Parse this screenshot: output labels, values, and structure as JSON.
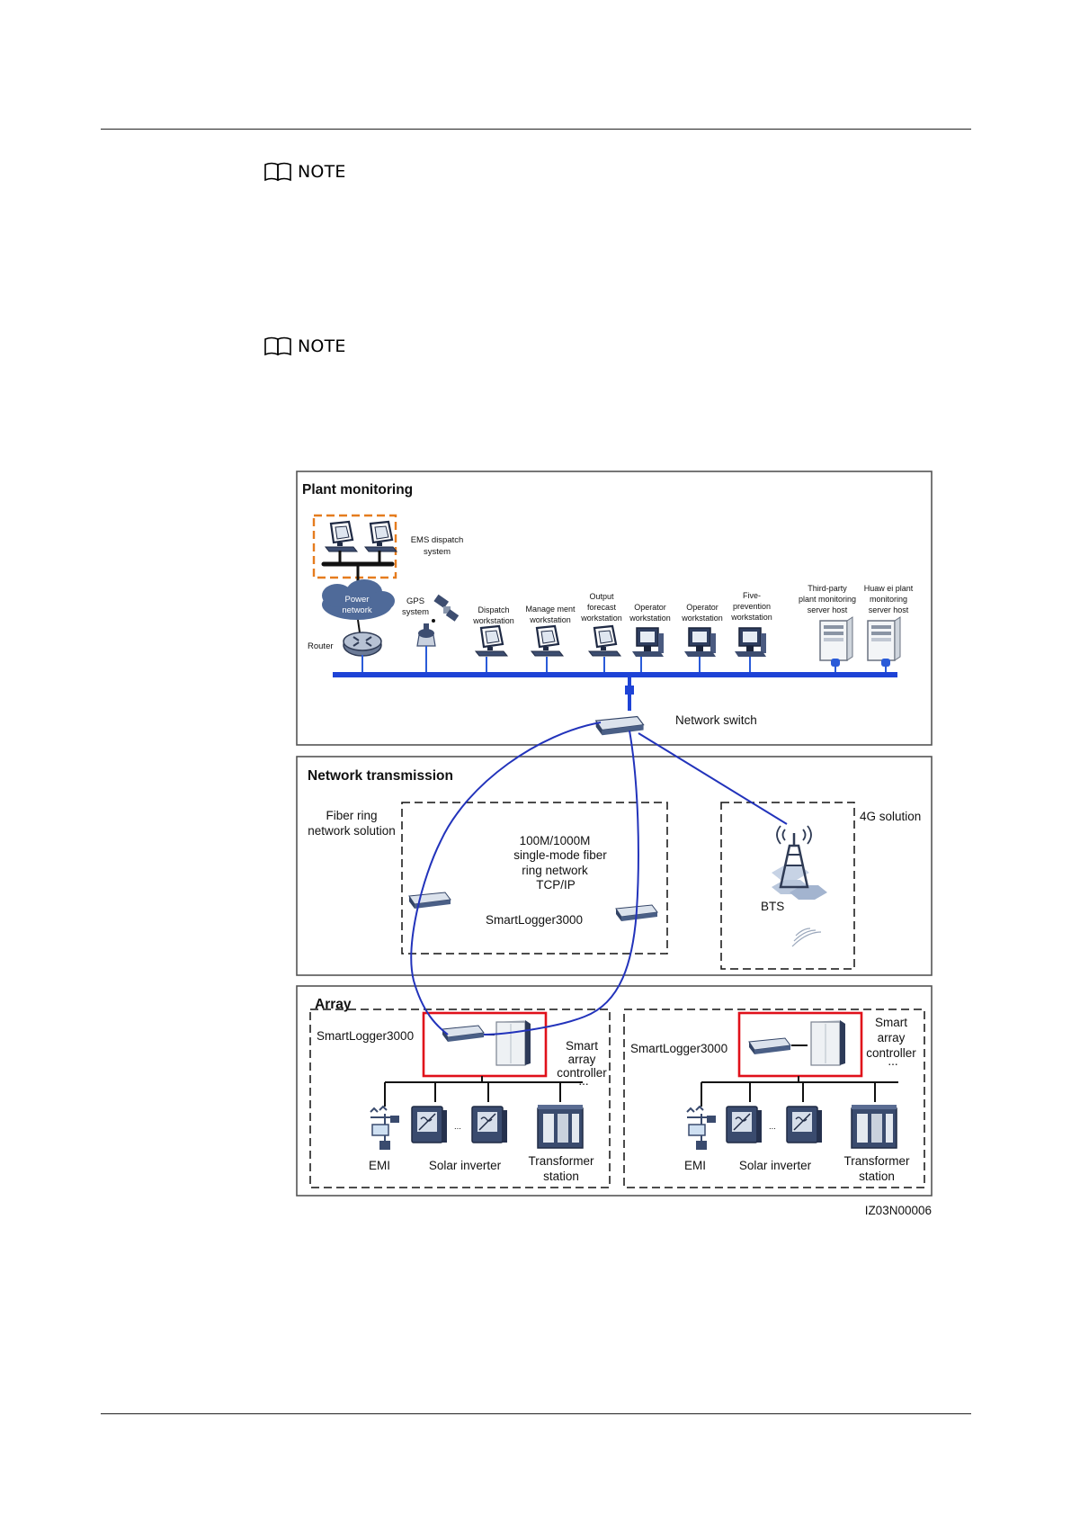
{
  "note_label": "NOTE",
  "diagram": {
    "sections": {
      "plant": "Plant monitoring",
      "network": "Network transmission",
      "array": "Array"
    },
    "plant": {
      "ems_line1": "EMS dispatch",
      "ems_line2": "system",
      "power_network_line1": "Power",
      "power_network_line2": "network",
      "router": "Router",
      "gps_line1": "GPS",
      "gps_line2": "system",
      "dispatch_line1": "Dispatch",
      "dispatch_line2": "workstation",
      "management_line1": "Manage ment",
      "management_line2": "workstation",
      "forecast_line1": "Output",
      "forecast_line2": "forecast",
      "forecast_line3": "workstation",
      "operator1_line1": "Operator",
      "operator1_line2": "workstation",
      "operator2_line1": "Operator",
      "operator2_line2": "workstation",
      "five_line1": "Five-",
      "five_line2": "prevention",
      "five_line3": "workstation",
      "thirdparty_line1": "Third-party",
      "thirdparty_line2": "plant monitoring",
      "thirdparty_line3": "server host",
      "huawei_line1": "Huaw ei plant",
      "huawei_line2": "monitoring",
      "huawei_line3": "server host",
      "network_switch": "Network switch"
    },
    "network": {
      "fiber_line1": "Fiber ring",
      "fiber_line2": "network solution",
      "ring_line1": "100M/1000M",
      "ring_line2": "single-mode fiber",
      "ring_line3": "ring network",
      "ring_line4": "TCP/IP",
      "smartlogger": "SmartLogger3000",
      "solution_4g": "4G solution",
      "bts": "BTS"
    },
    "array": {
      "smartlogger": "SmartLogger3000",
      "sac_line1": "Smart",
      "sac_line2": "array",
      "sac_line3": "controller",
      "ellipsis": "...",
      "emi": "EMI",
      "inverter": "Solar inverter",
      "transformer_line1": "Transformer",
      "transformer_line2": "station"
    },
    "figure_id": "IZ03N00006"
  }
}
